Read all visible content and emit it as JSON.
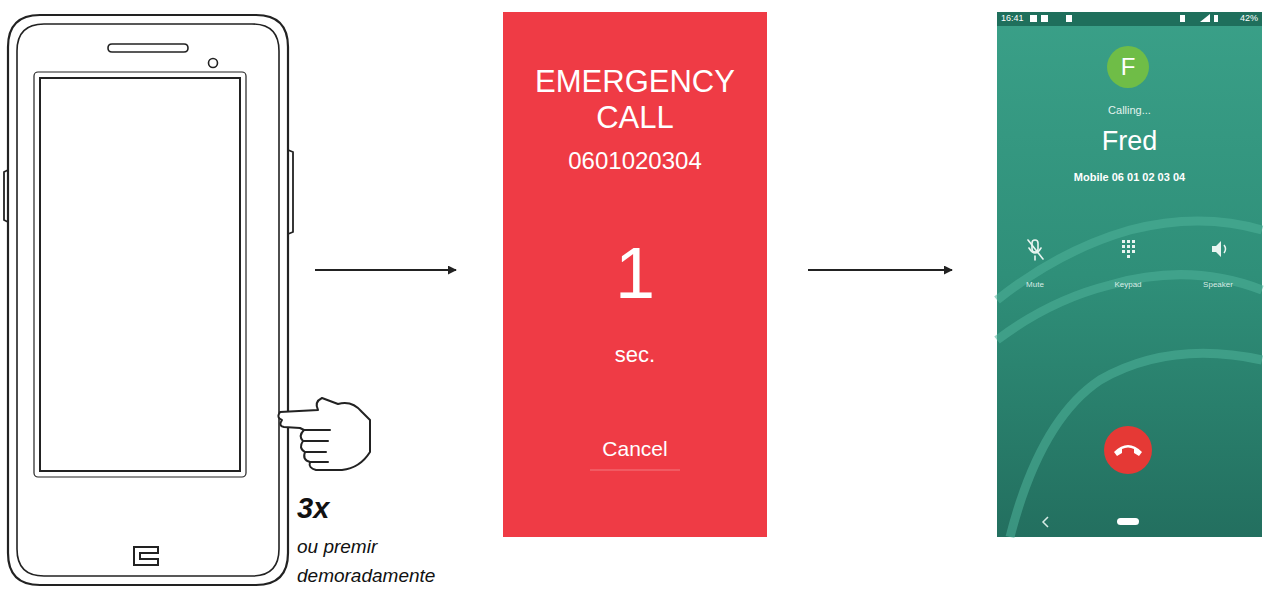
{
  "diagram": {
    "nodes": [
      {
        "text": [
          "3x",
          "ou premir demoradamente"
        ]
      },
      {
        "text": [
          "EMERGENCY CALL",
          "0601020304",
          "1",
          "sec.",
          "Cancel"
        ]
      },
      {
        "text": [
          "16:41",
          "42%",
          "Calling...",
          "Fred",
          "Mobile 06 01 02 03 04",
          "Mute",
          "Keypad",
          "Speaker"
        ]
      },
      {
        "text": [
          "F"
        ],
        "in": 2
      }
    ],
    "edges": [
      {
        "from": 0,
        "to": 1,
        "arrow": "to"
      },
      {
        "from": 1,
        "to": 2,
        "arrow": "to"
      }
    ]
  }
}
